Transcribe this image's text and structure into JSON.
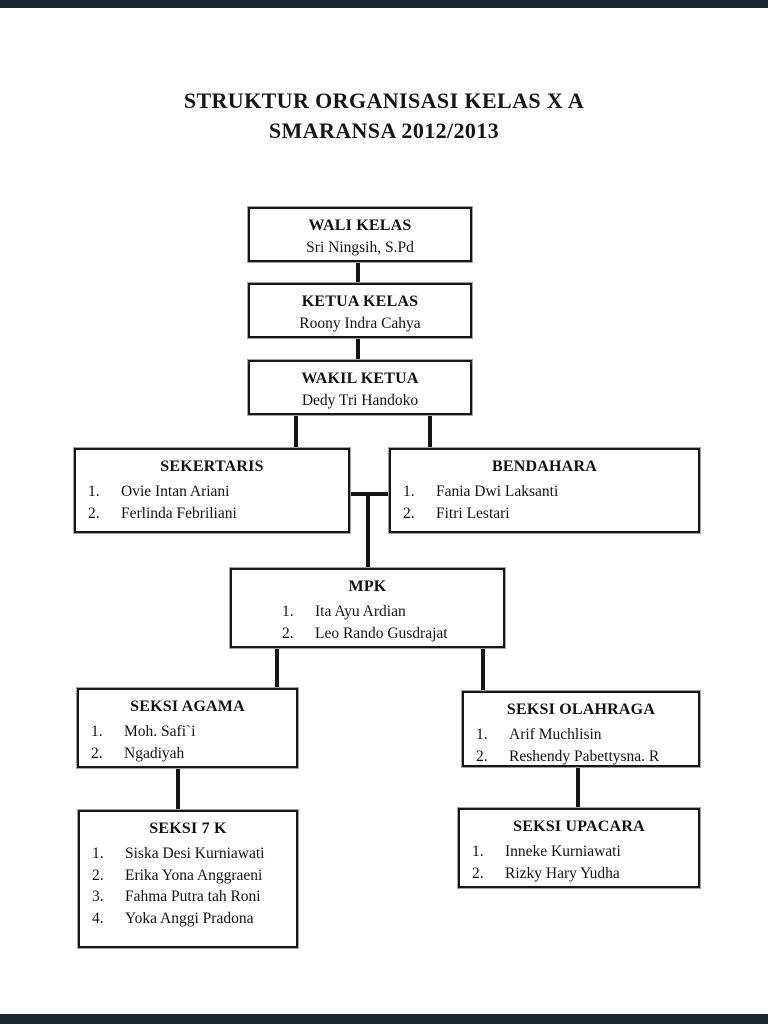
{
  "viewer": {
    "top_bar_color": "#1c2633",
    "bottom_bar_color": "#1c2633"
  },
  "doc": {
    "title_line1": "STRUKTUR ORGANISASI KELAS X A",
    "title_line2": "SMARANSA 2012/2013",
    "ink_color": "#111111",
    "boxes": [
      {
        "title": "WALI KELAS",
        "person": "Sri Ningsih, S.Pd"
      },
      {
        "title": "KETUA KELAS",
        "person": "Roony Indra Cahya"
      },
      {
        "title": "WAKIL KETUA",
        "person": "Dedy Tri Handoko"
      },
      {
        "title": "SEKERTARIS",
        "members": [
          {
            "num": "1.",
            "name": "Ovie Intan Ariani"
          },
          {
            "num": "2.",
            "name": "Ferlinda Febriliani"
          }
        ]
      },
      {
        "title": "BENDAHARA",
        "members": [
          {
            "num": "1.",
            "name": "Fania Dwi Laksanti"
          },
          {
            "num": "2.",
            "name": "Fitri Lestari"
          }
        ]
      },
      {
        "title": "MPK",
        "members": [
          {
            "num": "1.",
            "name": "Ita Ayu Ardian"
          },
          {
            "num": "2.",
            "name": "Leo Rando Gusdrajat"
          }
        ]
      },
      {
        "title": "SEKSI AGAMA",
        "members": [
          {
            "num": "1.",
            "name": "Moh. Safi`i"
          },
          {
            "num": "2.",
            "name": "Ngadiyah"
          }
        ]
      },
      {
        "title": "SEKSI OLAHRAGA",
        "members": [
          {
            "num": "1.",
            "name": "Arif Muchlisin"
          },
          {
            "num": "2.",
            "name": "Reshendy Pabettysna. R"
          }
        ]
      },
      {
        "title": "SEKSI 7 K",
        "members": [
          {
            "num": "1.",
            "name": "Siska Desi Kurniawati"
          },
          {
            "num": "2.",
            "name": "Erika Yona Anggraeni"
          },
          {
            "num": "3.",
            "name": "Fahma Putra tah Roni"
          },
          {
            "num": "4.",
            "name": "Yoka Anggi Pradona"
          }
        ]
      },
      {
        "title": "SEKSI UPACARA",
        "members": [
          {
            "num": "1.",
            "name": "Inneke Kurniawati"
          },
          {
            "num": "2.",
            "name": "Rizky Hary Yudha"
          }
        ]
      }
    ]
  }
}
